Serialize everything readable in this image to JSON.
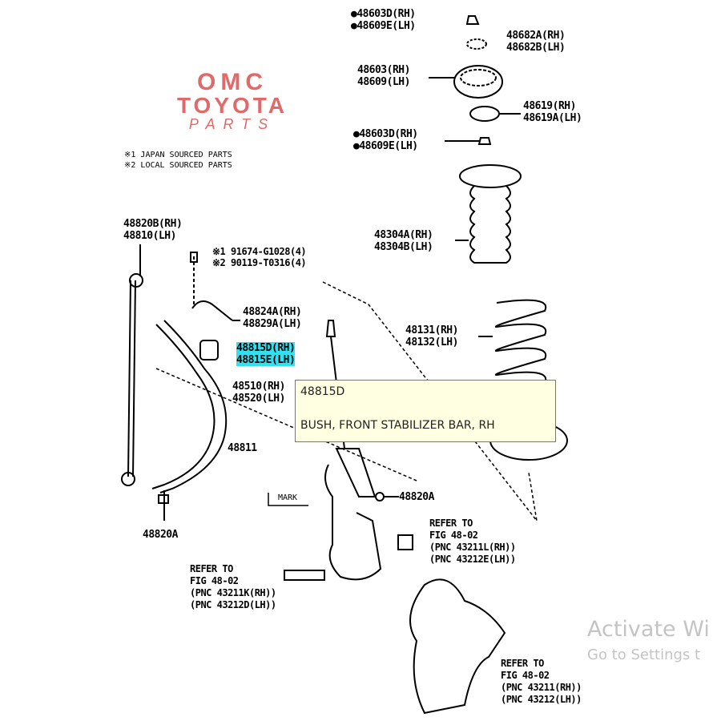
{
  "logo": {
    "line1": "OMC",
    "line2": "TOYOTA",
    "line3": "PARTS"
  },
  "notes": [
    "※1 JAPAN SOURCED PARTS",
    "※2 LOCAL SOURCED PARTS"
  ],
  "labels": {
    "l1": "●48603D(RH)\n●48609E(LH)",
    "l2": "48682A(RH)\n48682B(LH)",
    "l3": "48603(RH)\n48609(LH)",
    "l4": "48619(RH)\n48619A(LH)",
    "l5": "●48603D(RH)\n●48609E(LH)",
    "l6": "48304A(RH)\n48304B(LH)",
    "l7": "48820B(RH)\n48810(LH)",
    "l8": "※1 91674-G1028(4)\n※2 90119-T0316(4)",
    "l9": "48824A(RH)\n48829A(LH)",
    "l10": "48815D(RH)\n48815E(LH)",
    "l11": "48131(RH)\n48132(LH)",
    "l12": "48510(RH)\n48520(LH)",
    "l13": "48811",
    "l14": "MARK",
    "l15": "48820A",
    "l16": "48820A",
    "l17": "REFER TO\nFIG 48-02\n(PNC 43211L(RH))\n(PNC 43212E(LH))",
    "l18": "REFER TO\nFIG 48-02\n(PNC 43211K(RH))\n(PNC 43212D(LH))",
    "l19": "REFER TO\nFIG 48-02\n(PNC 43211(RH))\n(PNC 43212(LH))"
  },
  "tooltip": {
    "part_no": "48815D",
    "description": "BUSH, FRONT STABILIZER BAR, RH"
  },
  "watermark": {
    "title": "Activate Wi",
    "subtitle": "Go to Settings t"
  }
}
